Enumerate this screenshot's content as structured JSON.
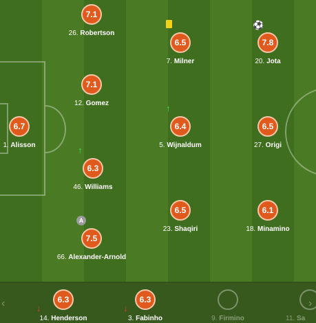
{
  "starters": [
    {
      "number": "26.",
      "name": "Robertson",
      "rating": "7.1"
    },
    {
      "number": "7.",
      "name": "Milner",
      "rating": "6.5"
    },
    {
      "number": "20.",
      "name": "Jota",
      "rating": "7.8"
    },
    {
      "number": "12.",
      "name": "Gomez",
      "rating": "7.1"
    },
    {
      "number": "1.",
      "name": "Alisson",
      "rating": "6.7"
    },
    {
      "number": "5.",
      "name": "Wijnaldum",
      "rating": "6.4"
    },
    {
      "number": "27.",
      "name": "Origi",
      "rating": "6.5"
    },
    {
      "number": "46.",
      "name": "Williams",
      "rating": "6.3"
    },
    {
      "number": "23.",
      "name": "Shaqiri",
      "rating": "6.5"
    },
    {
      "number": "18.",
      "name": "Minamino",
      "rating": "6.1"
    },
    {
      "number": "66.",
      "name": "Alexander-Arnold",
      "rating": "7.5"
    }
  ],
  "markers": {
    "assist_label": "A",
    "ball_glyph": "⚽",
    "arrow_up": "↑",
    "arrow_down": "↓",
    "yellow_card_color": "#f4d21a"
  },
  "bench": {
    "prev_glyph": "‹",
    "next_glyph": "›",
    "subs": [
      {
        "number": "14.",
        "name": "Henderson",
        "rating": "6.3"
      },
      {
        "number": "3.",
        "name": "Fabinho",
        "rating": "6.3"
      },
      {
        "number": "9.",
        "name": "Firmino",
        "rating": ""
      },
      {
        "number": "11.",
        "name": "Sa",
        "rating": ""
      }
    ]
  },
  "colors": {
    "rating_badge": "#e05a1e",
    "pitch_light": "#4a7a24",
    "pitch_dark": "#3f6e1e"
  }
}
